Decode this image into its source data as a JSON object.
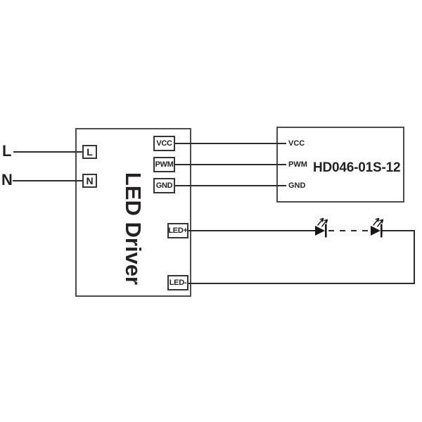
{
  "colors": {
    "background": "#ffffff",
    "wire": "#2c2c2d",
    "box_outline": "#4c4c4e",
    "terminal_outline": "#353537",
    "text": "#242122",
    "led_symbol": "#1b1718"
  },
  "mains": {
    "live_label": "L",
    "neutral_label": "N"
  },
  "driver": {
    "title": "LED Driver",
    "terminals": {
      "live": "L",
      "neutral": "N",
      "vcc": "VCC",
      "pwm": "PWM",
      "gnd": "GND",
      "led_pos": "LED+",
      "led_neg": "LED-"
    }
  },
  "module": {
    "part_number": "HD046-01S-12",
    "pins": {
      "vcc": "VCC",
      "pwm": "PWM",
      "gnd": "GND"
    }
  },
  "led_string": {
    "leds_shown": 2,
    "continuation_style": "dashed"
  }
}
